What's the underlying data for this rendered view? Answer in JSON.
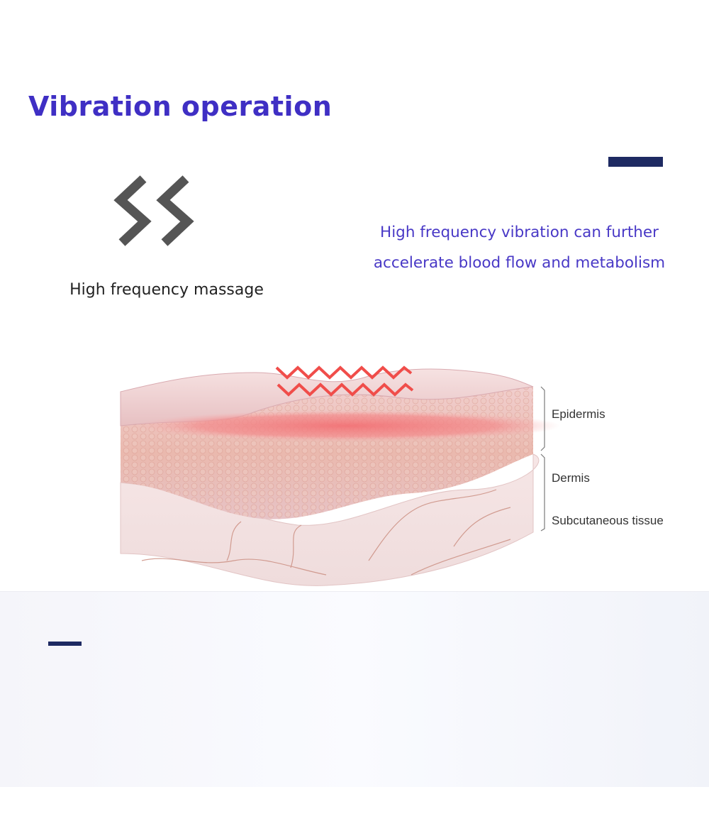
{
  "title": "Vibration operation",
  "colors": {
    "title": "#3f2fc4",
    "description": "#4838c6",
    "accent_bar": "#1e2a62",
    "icon": "#555555",
    "wave": "#f04d4a"
  },
  "feature": {
    "icon": "double-zigzag-icon",
    "caption": "High frequency massage"
  },
  "description": {
    "line1": "High frequency vibration can further",
    "line2": "accelerate blood flow and metabolism"
  },
  "skin_layers": {
    "epidermis": "Epidermis",
    "dermis": "Dermis",
    "subcutaneous": "Subcutaneous tissue"
  }
}
